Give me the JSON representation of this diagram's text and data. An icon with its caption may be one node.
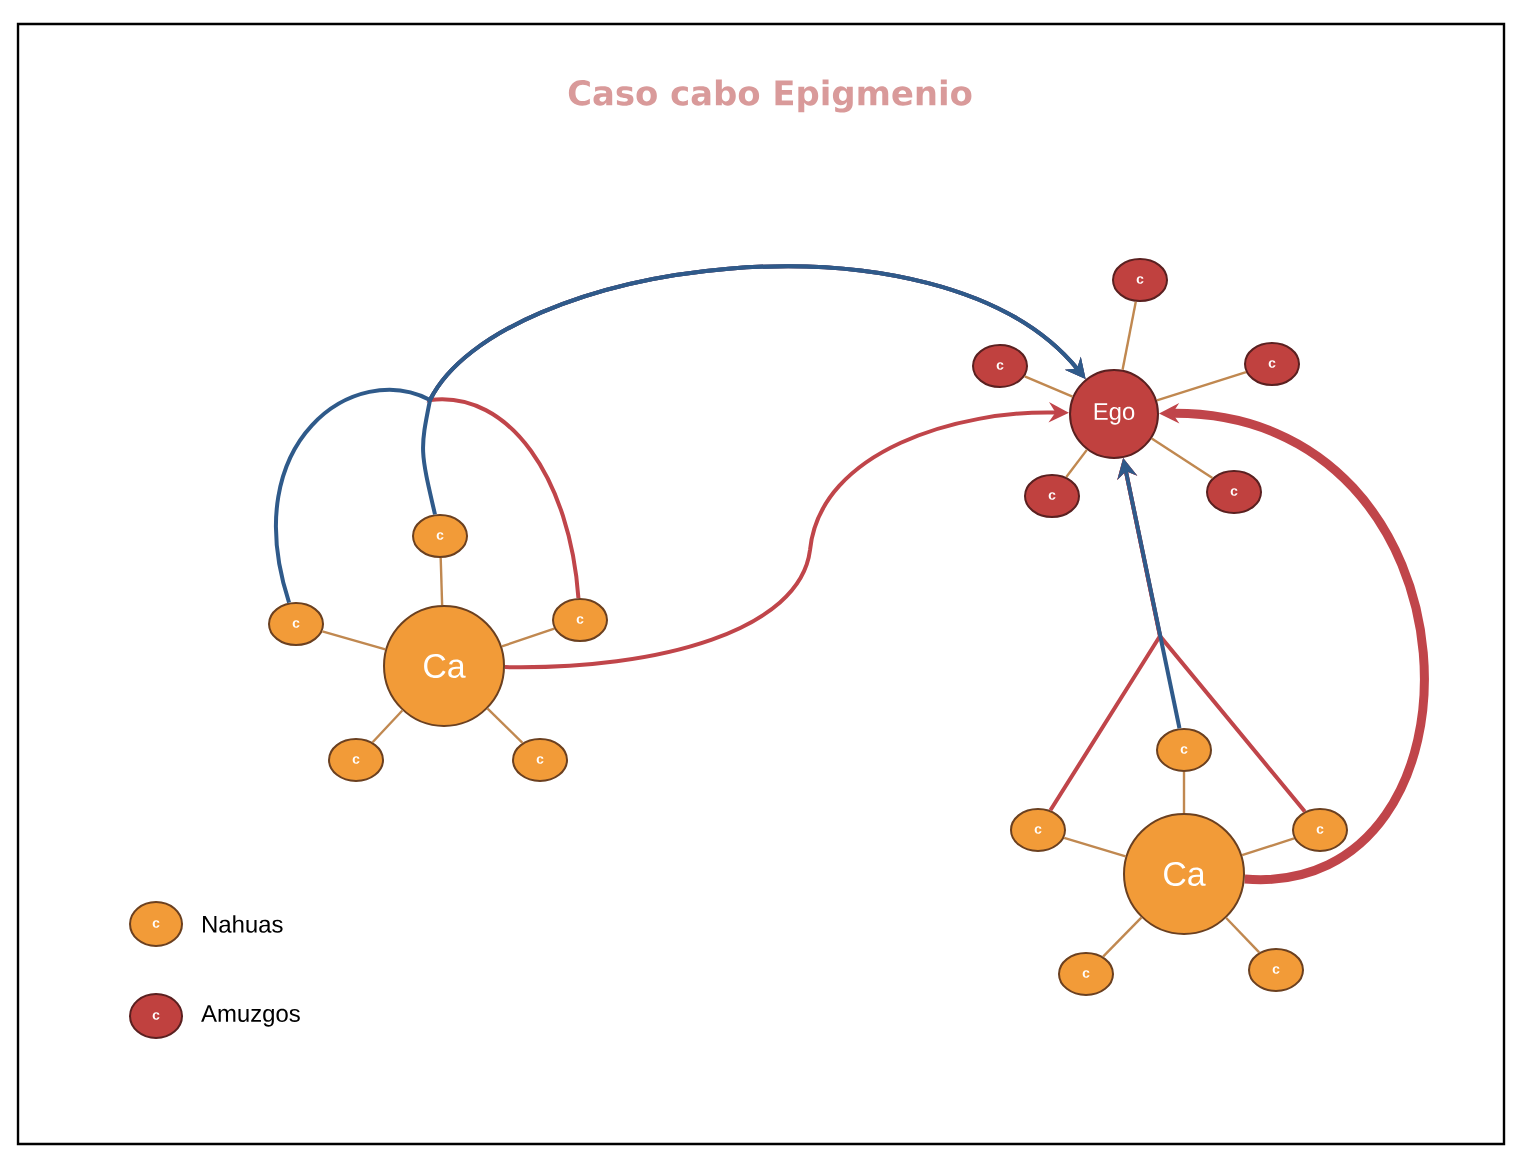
{
  "diagram": {
    "title": "Caso cabo Epigmenio",
    "nodes": [
      {
        "text": [
          "Ego"
        ]
      },
      {
        "text": [
          "c"
        ]
      },
      {
        "text": [
          "c"
        ]
      },
      {
        "text": [
          "c"
        ]
      },
      {
        "text": [
          "c"
        ]
      },
      {
        "text": [
          "c"
        ]
      },
      {
        "text": [
          "Ca"
        ]
      },
      {
        "text": [
          "c"
        ]
      },
      {
        "text": [
          "c"
        ]
      },
      {
        "text": [
          "c"
        ]
      },
      {
        "text": [
          "c"
        ]
      },
      {
        "text": [
          "c"
        ]
      },
      {
        "text": [
          "Ca"
        ]
      },
      {
        "text": [
          "c"
        ]
      },
      {
        "text": [
          "c"
        ]
      },
      {
        "text": [
          "c"
        ]
      },
      {
        "text": [
          "c"
        ]
      },
      {
        "text": [
          "c"
        ]
      }
    ],
    "edges": [
      {
        "from": 0,
        "to": 1,
        "arrow": "none"
      },
      {
        "from": 0,
        "to": 2,
        "arrow": "none"
      },
      {
        "from": 0,
        "to": 3,
        "arrow": "none"
      },
      {
        "from": 0,
        "to": 4,
        "arrow": "none"
      },
      {
        "from": 0,
        "to": 5,
        "arrow": "none"
      },
      {
        "from": 6,
        "to": 7,
        "arrow": "none"
      },
      {
        "from": 6,
        "to": 8,
        "arrow": "none"
      },
      {
        "from": 6,
        "to": 9,
        "arrow": "none"
      },
      {
        "from": 6,
        "to": 10,
        "arrow": "none"
      },
      {
        "from": 6,
        "to": 11,
        "arrow": "none"
      },
      {
        "from": 12,
        "to": 13,
        "arrow": "none"
      },
      {
        "from": 12,
        "to": 14,
        "arrow": "none"
      },
      {
        "from": 12,
        "to": 15,
        "arrow": "none"
      },
      {
        "from": 12,
        "to": 16,
        "arrow": "none"
      },
      {
        "from": 12,
        "to": 17,
        "arrow": "none"
      },
      {
        "from": 9,
        "to": 0,
        "arrow": "to",
        "color": "#c0454a"
      },
      {
        "from": 7,
        "to": 0,
        "arrow": "to",
        "color": "#2f5a8a"
      },
      {
        "from": 8,
        "to": 0,
        "arrow": "to",
        "color": "#2f5a8a"
      },
      {
        "from": 6,
        "to": 0,
        "arrow": "to",
        "color": "#c0454a"
      },
      {
        "from": 12,
        "to": 0,
        "arrow": "to",
        "style": "thick",
        "color": "#c0454a"
      },
      {
        "from": 14,
        "to": 0,
        "arrow": "to",
        "color": "#c0454a"
      },
      {
        "from": 15,
        "to": 0,
        "arrow": "to",
        "color": "#c0454a"
      },
      {
        "from": 13,
        "to": 0,
        "arrow": "to",
        "color": "#2f5a8a"
      }
    ],
    "labels": [
      "c",
      "c"
    ],
    "legend": [
      {
        "text": "Nahuas",
        "color": "#f29b38"
      },
      {
        "text": "Amuzgos",
        "color": "#c0413f"
      }
    ]
  }
}
